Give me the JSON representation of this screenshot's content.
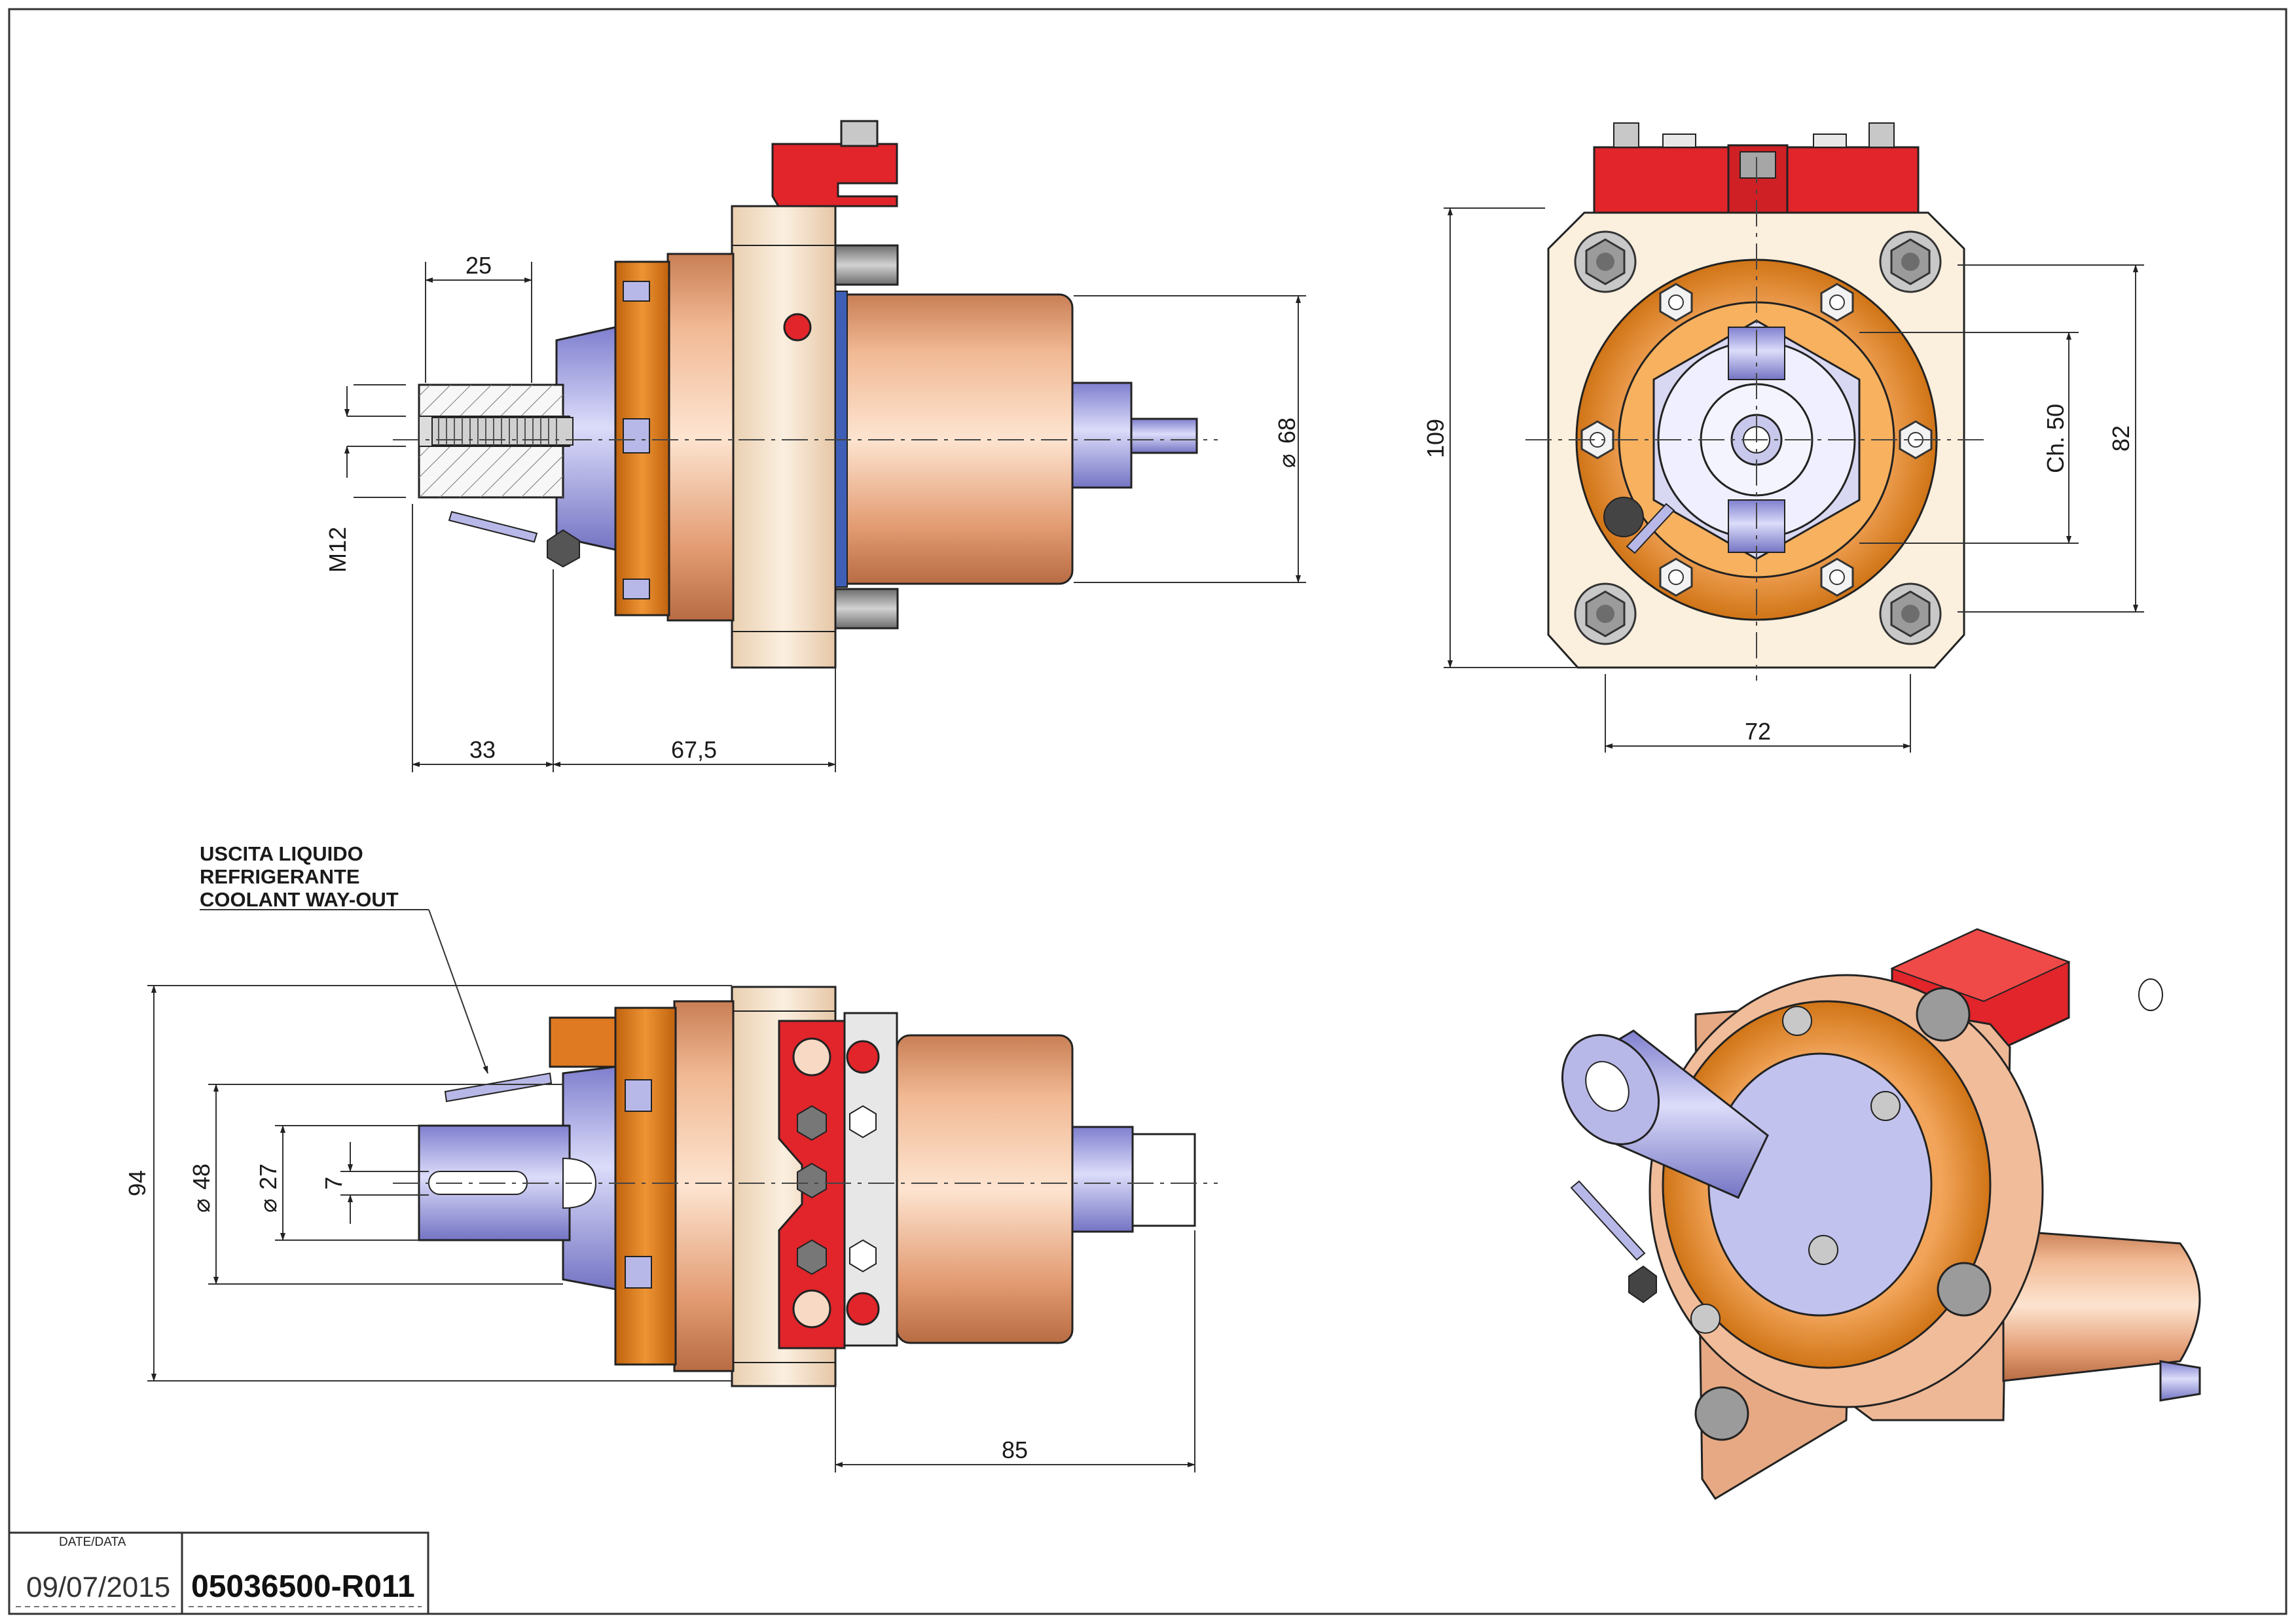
{
  "colors": {
    "red": "#e1252b",
    "orange": "#dc7a22",
    "copper": "#e6a27b",
    "cream": "#f6e6cf",
    "steel": "#a6a6e6",
    "grey": "#9a9a9a",
    "border": "#333333"
  },
  "icons": [
    "hex-socket-bolt-icon",
    "hex-nut-icon",
    "coolant-nozzle-icon",
    "clamp-wedge-icon"
  ],
  "side_view": {
    "dim_top": "25",
    "dim_thread": "M12",
    "dim_left": "33",
    "dim_right": "67,5",
    "dim_dia": "68"
  },
  "front_view": {
    "dim_height": "109",
    "dim_flats": "Ch. 50",
    "dim_bolt_span": "82",
    "dim_width": "72"
  },
  "top_view": {
    "dim_height": "94",
    "dim_d48": "48",
    "dim_d27": "27",
    "dim_key": "7",
    "dim_length": "85"
  },
  "coolant_note": {
    "line1": "USCITA LIQUIDO",
    "line2": "REFRIGERANTE",
    "line3": "COOLANT WAY-OUT"
  },
  "title_block": {
    "date_label": "DATE/DATA",
    "date": "09/07/2015",
    "code": "05036500-R011"
  }
}
